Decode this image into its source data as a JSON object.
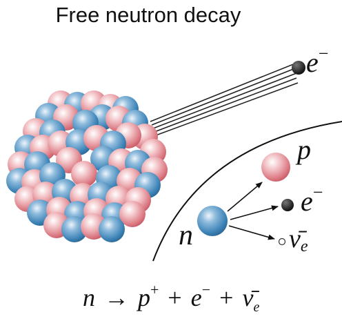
{
  "title": "Free neutron decay",
  "labels": {
    "emitted_electron": "e",
    "emitted_electron_sup": "−",
    "proton": "p",
    "electron": "e",
    "electron_sup": "−",
    "antineutrino": "ν̄",
    "antineutrino_sub": "e",
    "neutron": "n"
  },
  "equation": {
    "neutron": "n",
    "arrow": "→",
    "proton": "p",
    "proton_sup": "+",
    "plus1": "+",
    "electron": "e",
    "electron_sup": "−",
    "plus2": "+",
    "antineutrino": "ν̄",
    "antineutrino_sub": "e"
  },
  "colors": {
    "proton": "#d9737d",
    "neutron": "#3b82b6",
    "electron": "#222222",
    "line": "#111111"
  }
}
